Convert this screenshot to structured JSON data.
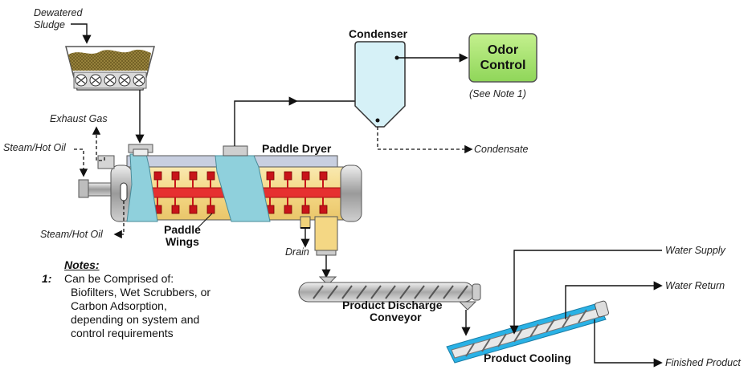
{
  "labels": {
    "dewatered_sludge_1": "Dewatered",
    "dewatered_sludge_2": "Sludge",
    "exhaust_gas": "Exhaust Gas",
    "steam_hot_oil_top": "Steam/Hot Oil",
    "steam_hot_oil_bottom": "Steam/Hot Oil",
    "paddle_dryer": "Paddle Dryer",
    "paddle_wings_1": "Paddle",
    "paddle_wings_2": "Wings",
    "drain": "Drain",
    "condenser": "Condenser",
    "condensate": "Condensate",
    "odor_control_1": "Odor",
    "odor_control_2": "Control",
    "see_note": "(See Note 1)",
    "product_discharge_1": "Product Discharge",
    "product_discharge_2": "Conveyor",
    "water_supply": "Water Supply",
    "water_return": "Water Return",
    "product_cooling": "Product Cooling",
    "finished_product": "Finished Product"
  },
  "notes": {
    "title": "Notes:",
    "number": "1:",
    "line1": "Can be Comprised of:",
    "line2": "Biofilters, Wet Scrubbers, or",
    "line3": "Carbon Adsorption,",
    "line4": "depending on system and",
    "line5": "control requirements"
  },
  "colors": {
    "dryer_body": "#f5dd8c",
    "paddle_red": "#e02020",
    "chute_blue": "#8fd0dc",
    "condenser_fill": "#d6f1f7",
    "odor_green": "#a6e36d",
    "cooling_blue": "#2ab2e6",
    "sludge_brown": "#8a7a3c"
  }
}
